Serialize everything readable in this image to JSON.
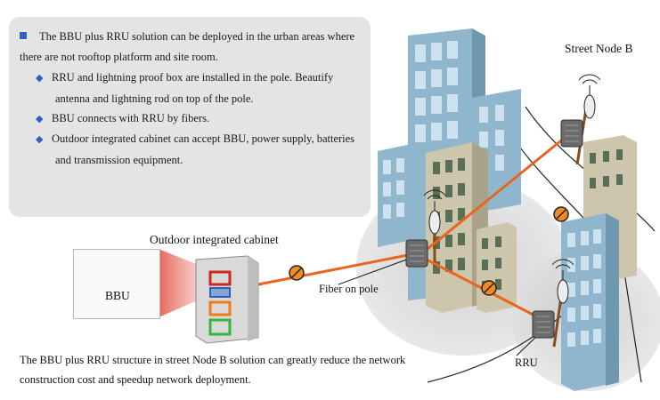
{
  "info": {
    "main": "The BBU plus RRU solution can be deployed in the urban areas where there are not rooftop platform and site room.",
    "subs": [
      "RRU and lightning proof box are installed in the pole. Beautify antenna and lightning rod on top of the pole.",
      "BBU connects with RRU by fibers.",
      "Outdoor integrated cabinet can accept BBU, power supply, batteries and transmission equipment."
    ]
  },
  "labels": {
    "street_node": "Street Node B",
    "cabinet": "Outdoor integrated cabinet",
    "bbu": "BBU",
    "fiber": "Fiber on pole",
    "rru": "RRU"
  },
  "caption": "The BBU plus RRU structure in street Node B solution can greatly reduce the network construction cost and speedup network deployment.",
  "colors": {
    "fiber": "#e8661c",
    "bullet": "#2e5fc1",
    "building": "#8fb6cc",
    "building_beige": "#cdc6ad"
  }
}
